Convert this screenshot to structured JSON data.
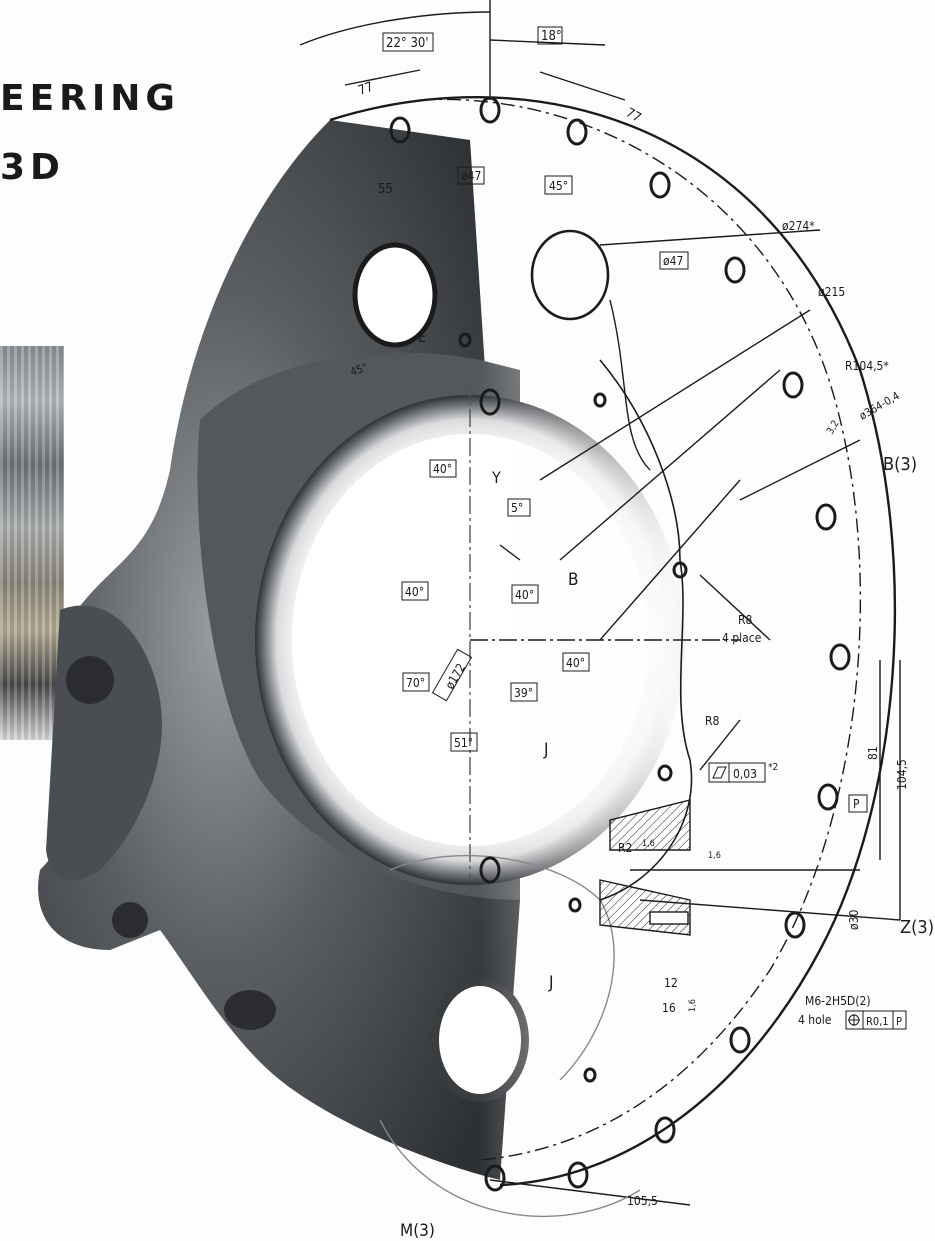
{
  "title": {
    "line1": "EERING",
    "line2": "3D"
  },
  "annotations": {
    "angle_22_30": "22° 30'",
    "angle_18": "18°",
    "dim_77_left": "77",
    "dim_77_right": "77",
    "dim_55": "55",
    "dia_47_top": "ø47",
    "angle_45_top": "45°",
    "dia_47_right": "ø47",
    "dia_274": "ø274*",
    "dia_215": "ø215",
    "radius_104_5": "R104,5*",
    "roughness_3_2": "3,2",
    "dia_364": "ø364-0,4",
    "section_b3": "B(3)",
    "label_e": "E",
    "angle_45_left": "45°",
    "angle_40_top": "40°",
    "label_y": "Y",
    "angle_5": "5°",
    "label_b": "B",
    "angle_40_left": "40°",
    "angle_40_center": "40°",
    "angle_40_right": "40°",
    "dia_172": "ø172",
    "angle_70": "70°",
    "angle_39": "39°",
    "angle_51": "51°",
    "label_j_upper": "J",
    "label_j_lower": "J",
    "radius_r8_top": "R8",
    "place_4": "4 place",
    "radius_r8_lower": "R8",
    "flatness_value": "0,03",
    "flatness_note": "*2",
    "dim_81": "81",
    "dim_104_5": "104,5",
    "datum_p": "P",
    "radius_r2": "R2",
    "roughness_1_6_a": "1,6",
    "roughness_1_6_b": "1,6",
    "roughness_1_6_c": "1,6",
    "dia_30": "ø30",
    "section_z3": "Z(3)",
    "dim_12": "12",
    "dim_16": "16",
    "thread_spec": "M6-2H5D(2)",
    "hole_count": "4 hole",
    "position_tol": "R0,1",
    "position_datum": "P",
    "section_m3": "M(3)",
    "dim_105_5": "105,5"
  },
  "colors": {
    "casting_dark": "#3b3e42",
    "casting_mid": "#6a6d71",
    "casting_light": "#b9bcbf",
    "line": "#1b1b1b",
    "background": "#fdfdfd"
  }
}
